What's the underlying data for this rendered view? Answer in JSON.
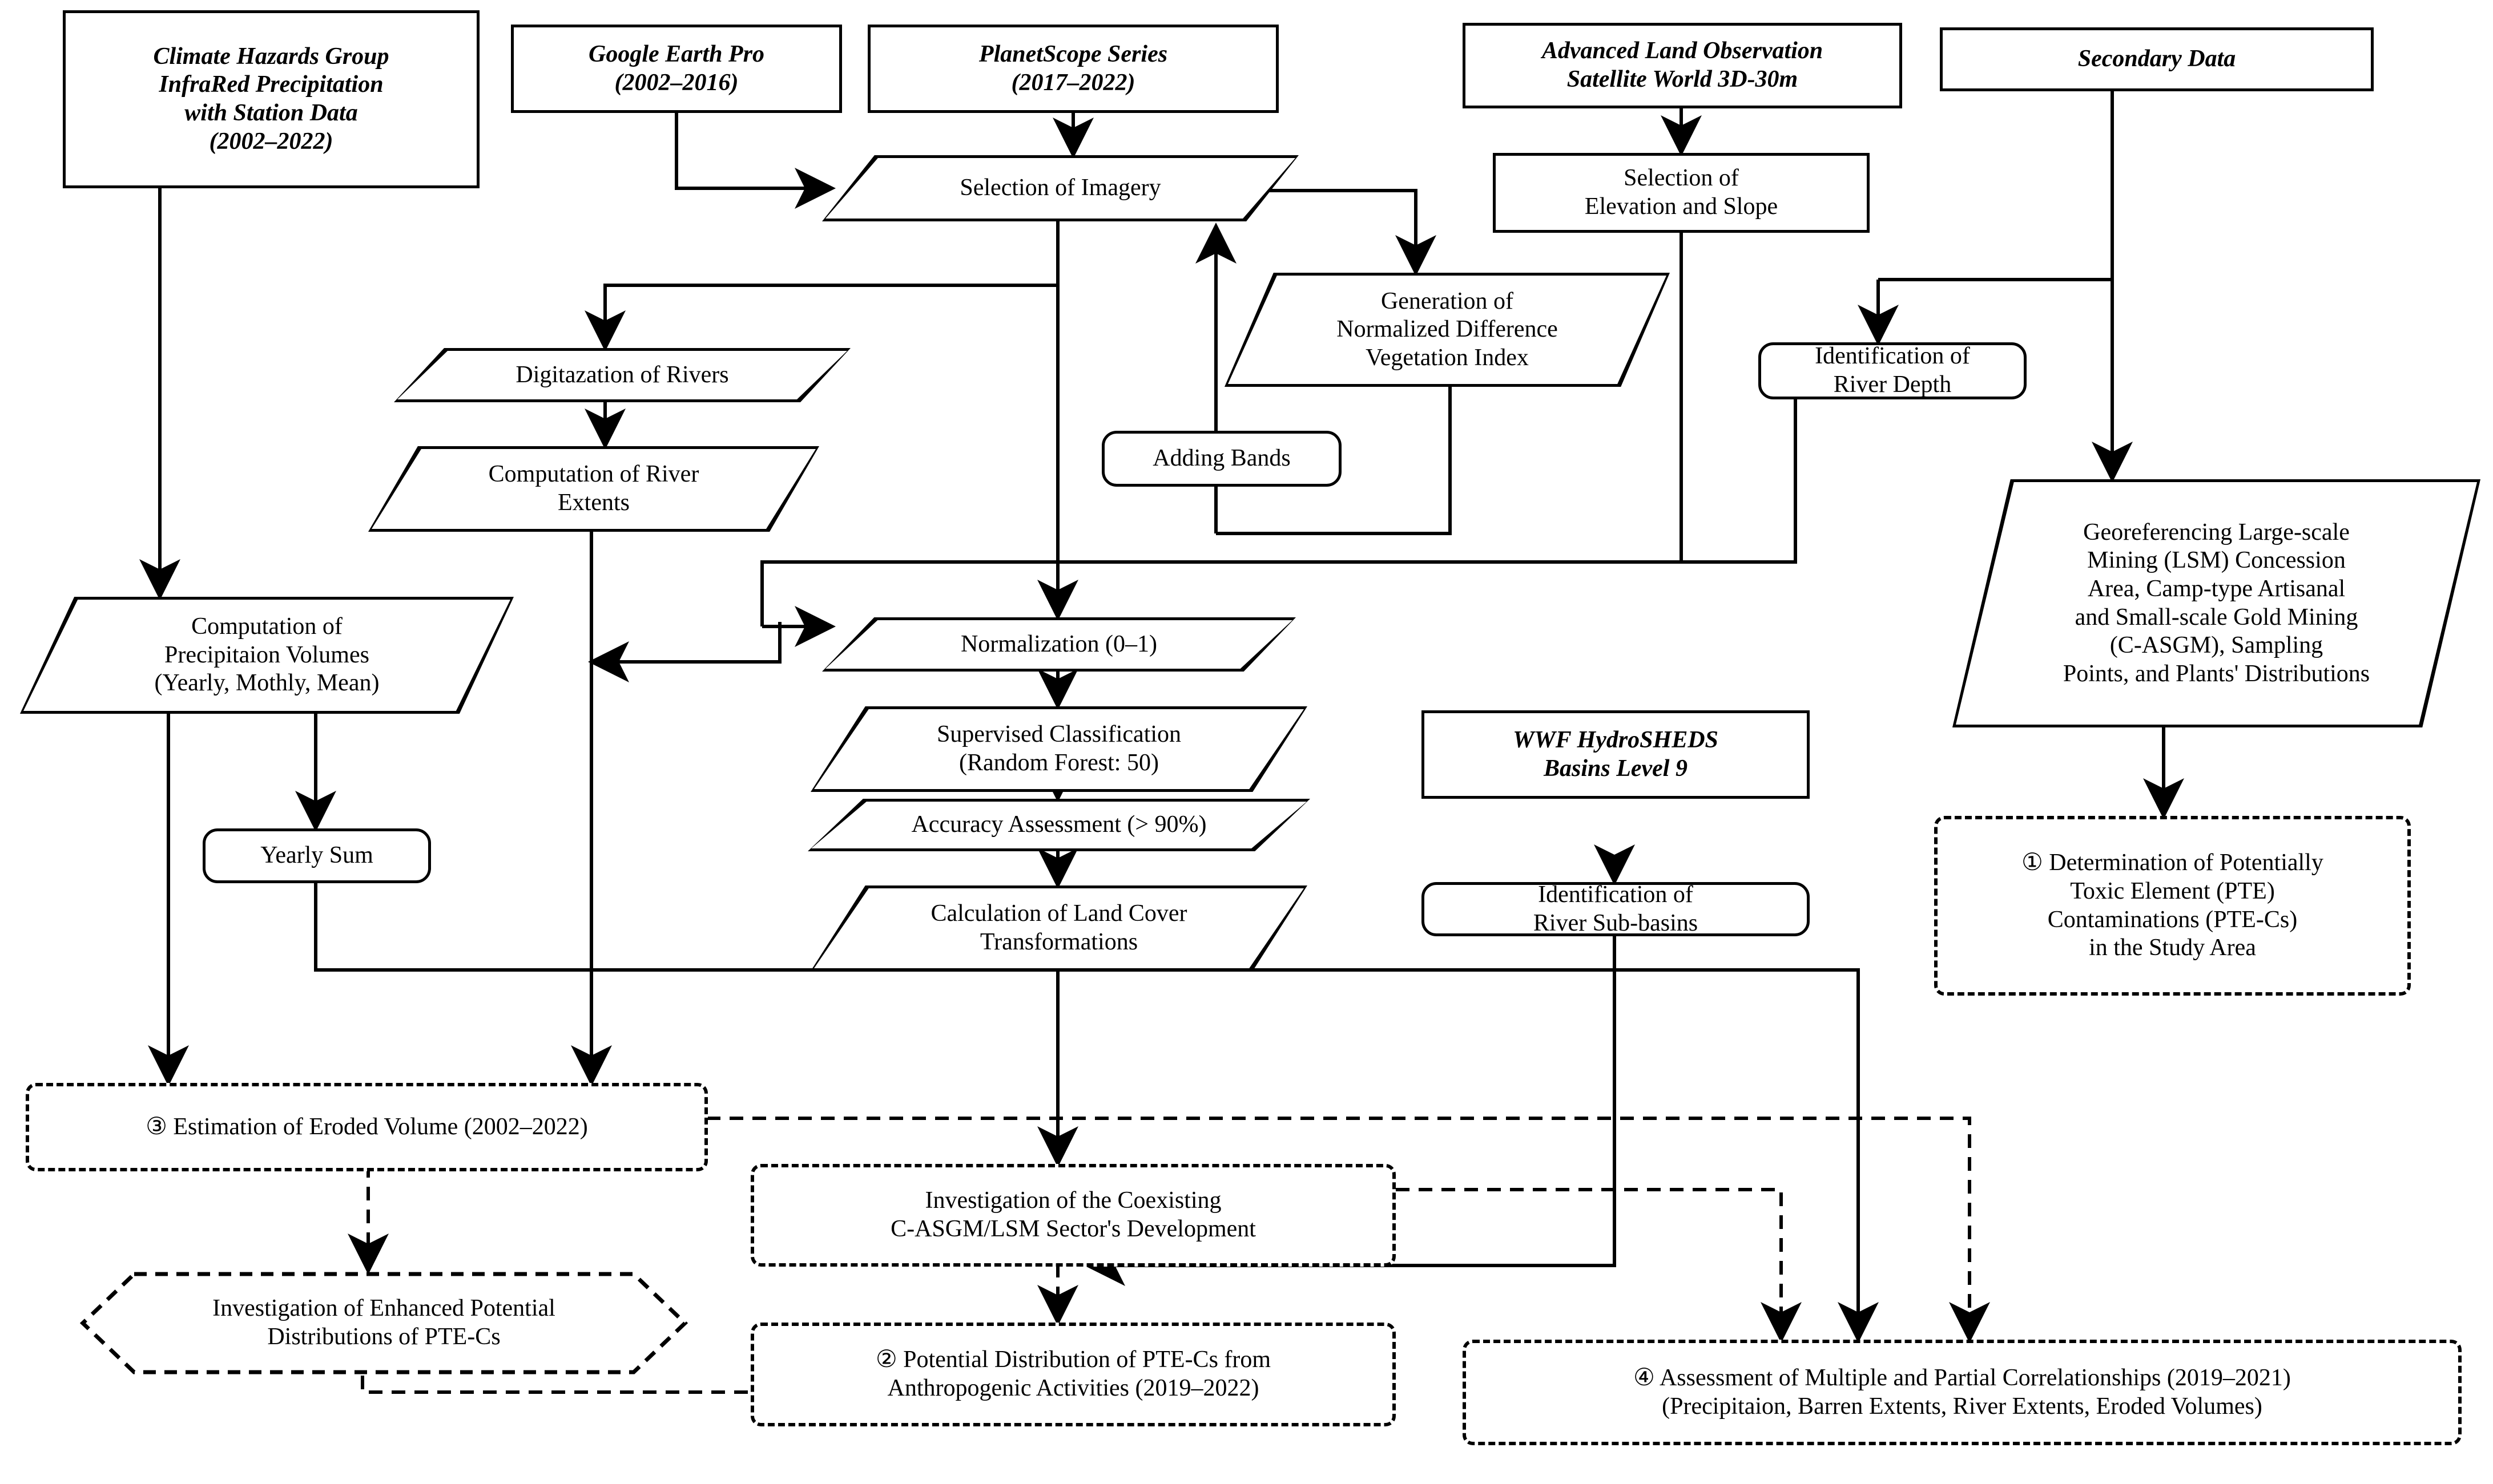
{
  "diagram": {
    "title": "Research methodology flowchart",
    "stroke_color": "#000000",
    "background_color": "#ffffff"
  },
  "nodes": {
    "chirps": {
      "label": "Climate Hazards Group\nInfraRed Precipitation\nwith Station Data\n(2002–2022)",
      "shape": "rectangle",
      "style": "italic"
    },
    "google_earth": {
      "label": "Google Earth Pro\n(2002–2016)",
      "shape": "rectangle",
      "style": "italic"
    },
    "planetscope": {
      "label": "PlanetScope Series\n(2017–2022)",
      "shape": "rectangle",
      "style": "italic"
    },
    "alos": {
      "label": "Advanced Land Observation\nSatellite World 3D-30m",
      "shape": "rectangle",
      "style": "italic"
    },
    "secondary_data": {
      "label": "Secondary Data",
      "shape": "rectangle",
      "style": "italic"
    },
    "selection_imagery": {
      "label": "Selection of Imagery",
      "shape": "parallelogram"
    },
    "selection_elev": {
      "label": "Selection of\nElevation and Slope",
      "shape": "rectangle"
    },
    "digitization_rivers": {
      "label": "Digitazation of Rivers",
      "shape": "parallelogram"
    },
    "ndvi": {
      "label": "Generation of\nNormalized Difference\nVegetation Index",
      "shape": "parallelogram"
    },
    "identification_depth": {
      "label": "Identification of\nRiver Depth",
      "shape": "rounded-rectangle"
    },
    "computation_river_extents": {
      "label": "Computation of River\nExtents",
      "shape": "parallelogram"
    },
    "adding_bands": {
      "label": "Adding Bands",
      "shape": "rounded-rectangle"
    },
    "georeferencing": {
      "label": "Georeferencing Large-scale\nMining (LSM) Concession\nArea, Camp-type Artisanal\nand Small-scale Gold Mining\n(C-ASGM), Sampling\nPoints, and Plants' Distributions",
      "shape": "parallelogram"
    },
    "computation_precip": {
      "label": "Computation of\nPrecipitaion Volumes\n(Yearly, Mothly, Mean)",
      "shape": "parallelogram"
    },
    "normalization": {
      "label": "Normalization (0–1)",
      "shape": "parallelogram"
    },
    "supervised_classification": {
      "label": "Supervised Classification\n(Random Forest: 50)",
      "shape": "parallelogram"
    },
    "wwf": {
      "label": "WWF HydroSHEDS\nBasins Level 9",
      "shape": "rectangle",
      "style": "italic"
    },
    "determination_pte": {
      "label": "① Determination of Potentially\nToxic Element (PTE)\nContaminations (PTE-Cs)\nin the Study Area",
      "shape": "dashed-rectangle"
    },
    "accuracy_assessment": {
      "label": "Accuracy Assessment (> 90%)",
      "shape": "parallelogram"
    },
    "identification_subbasins": {
      "label": "Identification of\nRiver Sub-basins",
      "shape": "rounded-rectangle"
    },
    "yearly_sum": {
      "label": "Yearly Sum",
      "shape": "rounded-rectangle"
    },
    "calculation_landcover": {
      "label": "Calculation of Land Cover\nTransformations",
      "shape": "parallelogram"
    },
    "estimation_eroded": {
      "label": "③ Estimation of Eroded Volume (2002–2022)",
      "shape": "dashed-rectangle"
    },
    "investigation_coexisting": {
      "label": "Investigation of the Coexisting\nC-ASGM/LSM Sector's Development",
      "shape": "dashed-rectangle"
    },
    "investigation_enhanced": {
      "label": "Investigation of Enhanced Potential\nDistributions of PTE-Cs",
      "shape": "dashed-hexagon"
    },
    "potential_distribution": {
      "label": "② Potential Distribution of PTE-Cs from\nAnthropogenic Activities (2019–2022)",
      "shape": "dashed-rectangle"
    },
    "assessment_correlations": {
      "label": "④ Assessment of Multiple and Partial Correlationships (2019–2021)\n(Precipitaion, Barren Extents, River Extents, Eroded Volumes)",
      "shape": "dashed-rectangle"
    }
  }
}
